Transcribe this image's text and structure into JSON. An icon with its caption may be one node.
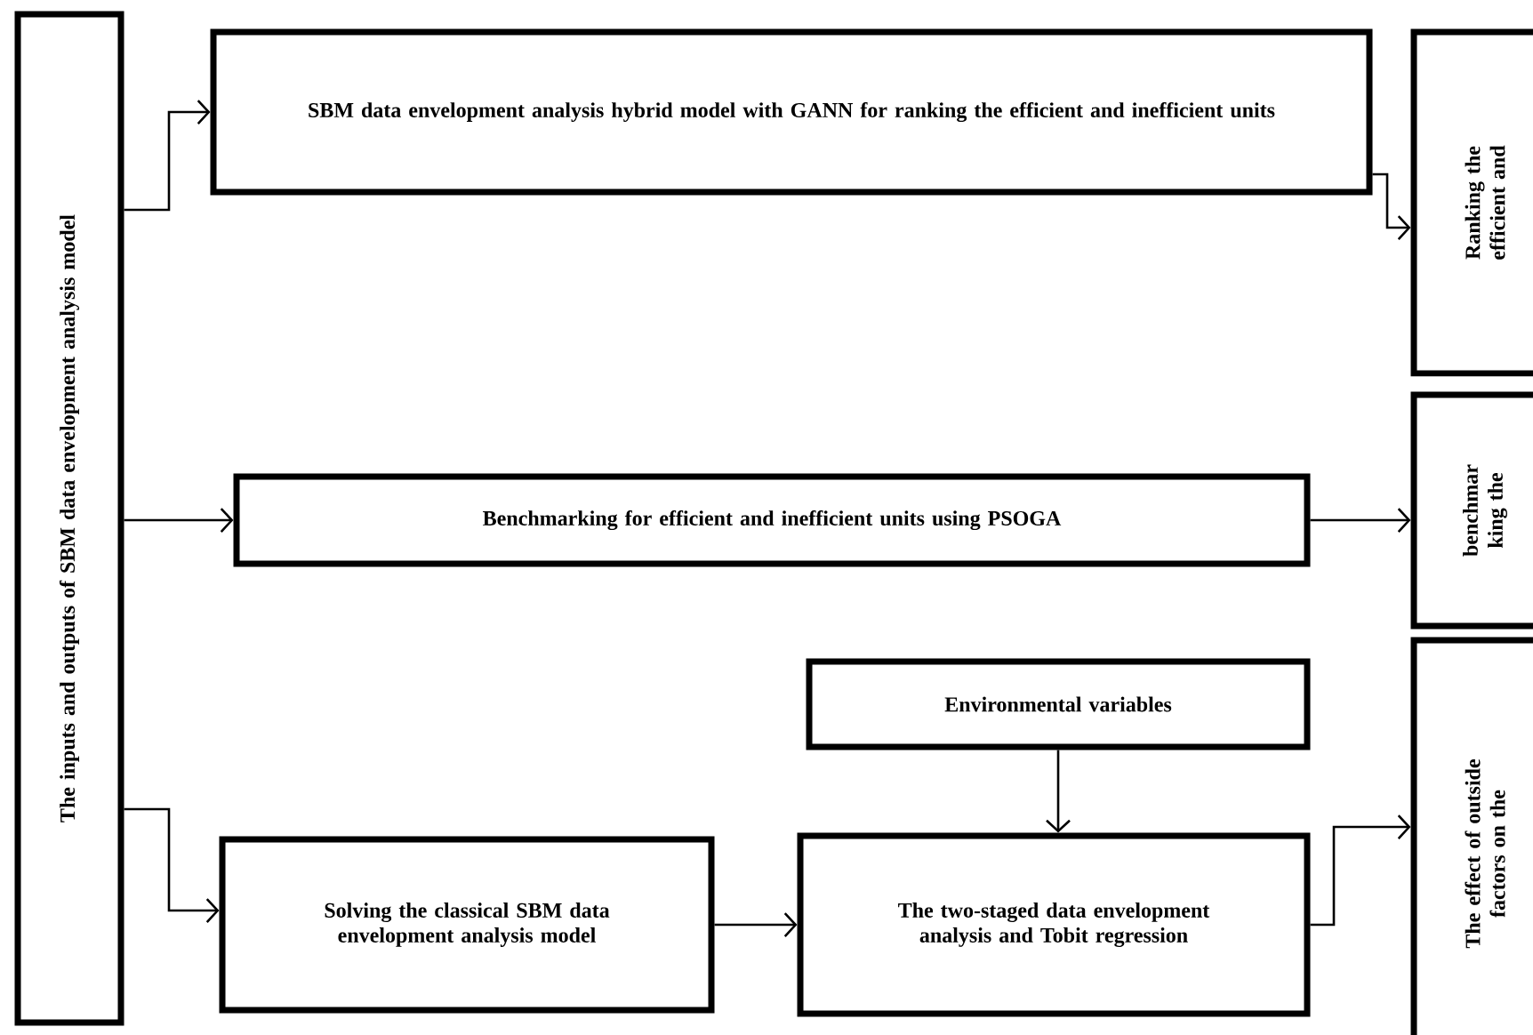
{
  "diagram": {
    "nodes": [
      {
        "text": [
          "The inputs and outputs of SBM data envelopment analysis model"
        ]
      },
      {
        "text": [
          "SBM data envelopment analysis hybrid model with GANN for ranking the efficient and inefficient units"
        ]
      },
      {
        "text": [
          "Ranking the efficient and"
        ]
      },
      {
        "text": [
          "Benchmarking for efficient and inefficient units using PSOGA"
        ]
      },
      {
        "text": [
          "benchmar king the"
        ]
      },
      {
        "text": [
          "Environmental variables"
        ]
      },
      {
        "text": [
          "Solving the classical SBM data envelopment analysis model"
        ]
      },
      {
        "text": [
          "The two-staged data envelopment analysis and Tobit regression"
        ]
      },
      {
        "text": [
          "The effect of outside factors on the"
        ]
      }
    ],
    "edges": [
      {
        "from": 0,
        "to": 1,
        "arrow": "to"
      },
      {
        "from": 1,
        "to": 2,
        "arrow": "to"
      },
      {
        "from": 0,
        "to": 3,
        "arrow": "to"
      },
      {
        "from": 3,
        "to": 4,
        "arrow": "to"
      },
      {
        "from": 0,
        "to": 6,
        "arrow": "to"
      },
      {
        "from": 6,
        "to": 7,
        "arrow": "to"
      },
      {
        "from": 5,
        "to": 7,
        "arrow": "to"
      },
      {
        "from": 7,
        "to": 8,
        "arrow": "to"
      }
    ]
  }
}
